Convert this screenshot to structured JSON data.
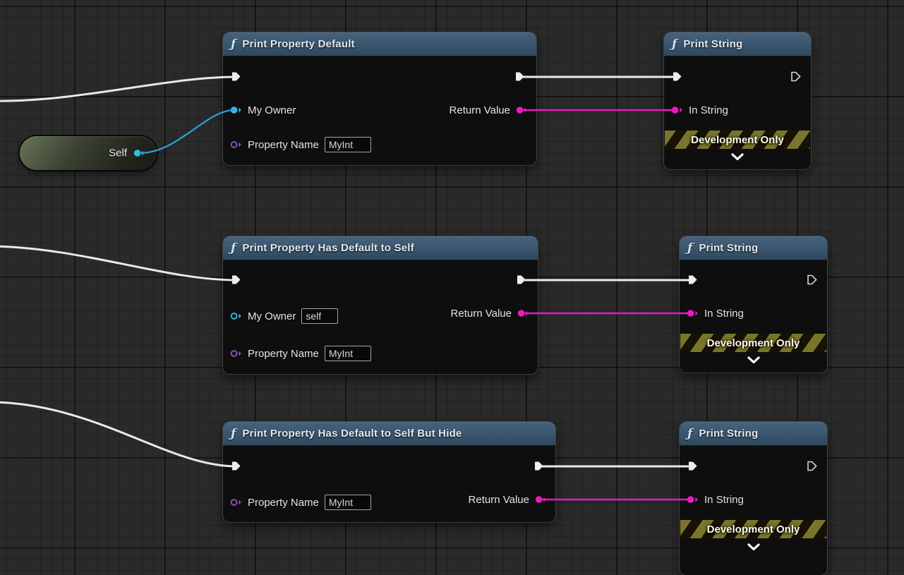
{
  "graph": {
    "self_node": {
      "label": "Self"
    },
    "fn_nodes": [
      {
        "icon": "ƒ",
        "title": "Print Property Default",
        "my_owner_label": "My Owner",
        "property_name_label": "Property Name",
        "property_name_value": "MyInt",
        "return_value_label": "Return Value"
      },
      {
        "icon": "ƒ",
        "title": "Print Property Has Default to Self",
        "my_owner_label": "My Owner",
        "my_owner_value": "self",
        "property_name_label": "Property Name",
        "property_name_value": "MyInt",
        "return_value_label": "Return Value"
      },
      {
        "icon": "ƒ",
        "title": "Print Property Has Default to Self But Hide",
        "property_name_label": "Property Name",
        "property_name_value": "MyInt",
        "return_value_label": "Return Value"
      }
    ],
    "print_string_nodes": [
      {
        "icon": "ƒ",
        "title": "Print String",
        "in_string_label": "In String",
        "dev_only_label": "Development Only"
      },
      {
        "icon": "ƒ",
        "title": "Print String",
        "in_string_label": "In String",
        "dev_only_label": "Development Only"
      },
      {
        "icon": "ƒ",
        "title": "Print String",
        "in_string_label": "In String",
        "dev_only_label": "Development Only"
      }
    ],
    "colors": {
      "exec_wire": "#e9e9e9",
      "string_wire": "#e619c0",
      "object_wire": "#2f9fd8",
      "object_pin": "#2fbcf2",
      "string_pin": "#ef1abc",
      "wildcard_pin": "#8d54c9"
    }
  }
}
